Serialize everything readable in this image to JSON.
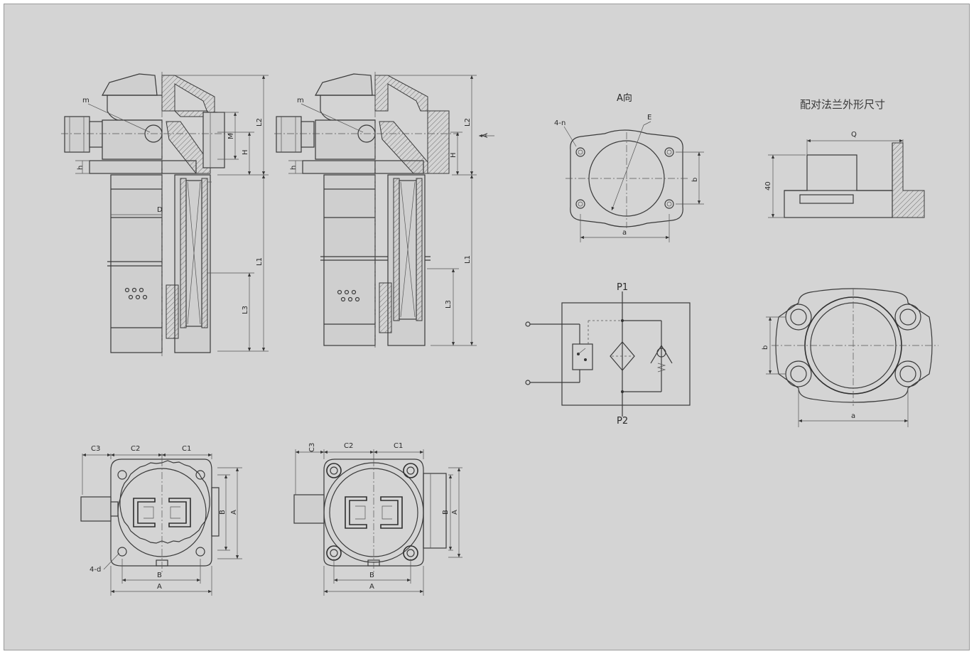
{
  "titles": {
    "view_a": "A向",
    "flange_title": "配对法兰外形尺寸"
  },
  "symbol": {
    "p1": "P1",
    "p2": "P2"
  },
  "dims": {
    "m": "m",
    "M": "M",
    "L2": "L2",
    "H": "H",
    "h": "h",
    "D": "D",
    "L1": "L1",
    "L3": "L3",
    "A_arrow": "A",
    "hole4n": "4-n",
    "E": "E",
    "a": "a",
    "b": "b",
    "Q": "Q",
    "forty": "40",
    "C1": "C1",
    "C2": "C2",
    "C3": "C3",
    "B": "B",
    "A": "A",
    "hole4d": "4-d"
  }
}
